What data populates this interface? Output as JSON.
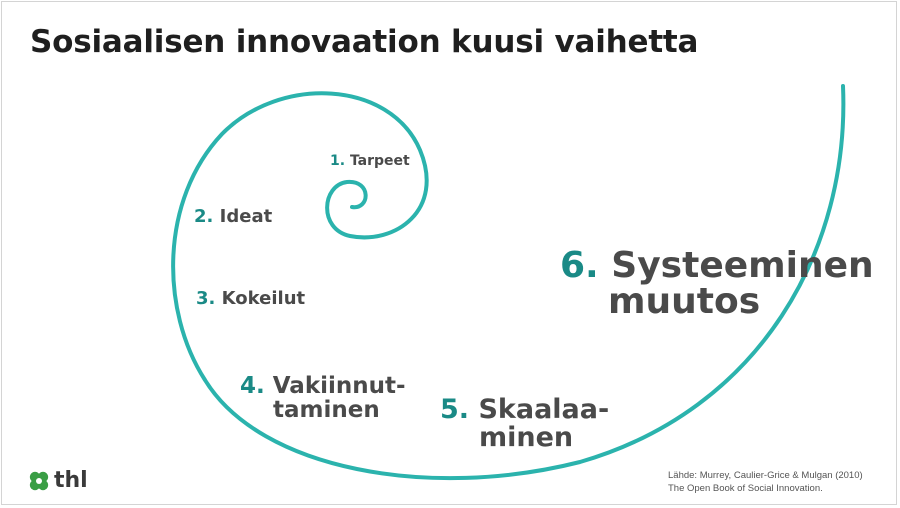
{
  "title": "Sosiaalisen innovaation kuusi vaihetta",
  "colors": {
    "accent": "#1a8a86",
    "spiral": "#2bb3ad",
    "text": "#4a4a4a",
    "title": "#1f1f1f",
    "logo": "#3a9e45"
  },
  "steps": [
    {
      "num": "1.",
      "lines": [
        "Tarpeet"
      ]
    },
    {
      "num": "2.",
      "lines": [
        "Ideat"
      ]
    },
    {
      "num": "3.",
      "lines": [
        "Kokeilut"
      ]
    },
    {
      "num": "4.",
      "lines": [
        "Vakiinnut-",
        "taminen"
      ]
    },
    {
      "num": "5.",
      "lines": [
        "Skaalaa-",
        "minen"
      ]
    },
    {
      "num": "6.",
      "lines": [
        "Systeeminen",
        "muutos"
      ]
    }
  ],
  "logo": {
    "text": "thl",
    "icon": "clover-icon"
  },
  "source": {
    "line1": "Lähde: Murrey, Caulier-Grice & Mulgan (2010)",
    "line2": "The Open Book of Social Innovation."
  }
}
